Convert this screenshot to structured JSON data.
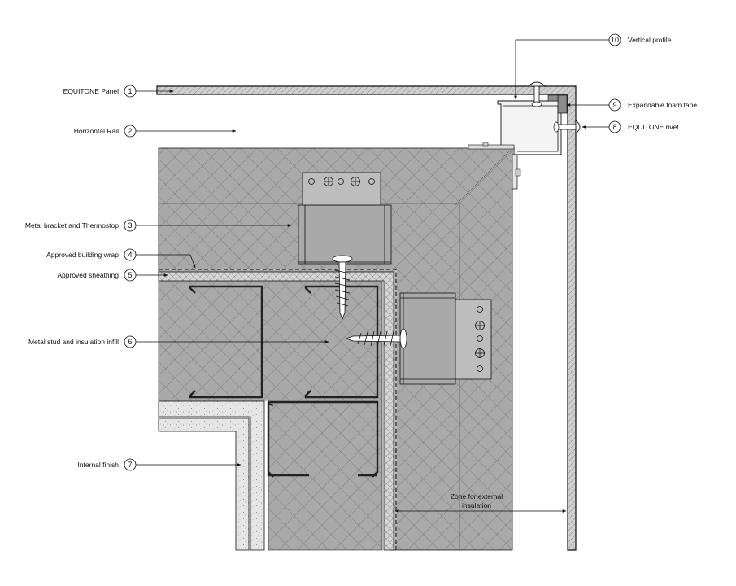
{
  "callouts": [
    {
      "id": "1",
      "label": "EQUITONE Panel"
    },
    {
      "id": "2",
      "label": "Horizontal Rail"
    },
    {
      "id": "3",
      "label": "Metal bracket and Thermostop"
    },
    {
      "id": "4",
      "label": "Approved building wrap"
    },
    {
      "id": "5",
      "label": "Approved sheathing"
    },
    {
      "id": "6",
      "label": "Metal stud and insulation infill"
    },
    {
      "id": "7",
      "label": "Internal finish"
    },
    {
      "id": "8",
      "label": "EQUITONE rivet"
    },
    {
      "id": "9",
      "label": "Expandable foam tape"
    },
    {
      "id": "10",
      "label": "Vertical profile"
    }
  ],
  "dimension": {
    "label_line1": "Zone for external",
    "label_line2": "insulation"
  },
  "colors": {
    "insulation": "#a9a9a9",
    "hatch": "#6a6a6a",
    "sheathing": "#d2d2d2",
    "line": "#111111"
  }
}
